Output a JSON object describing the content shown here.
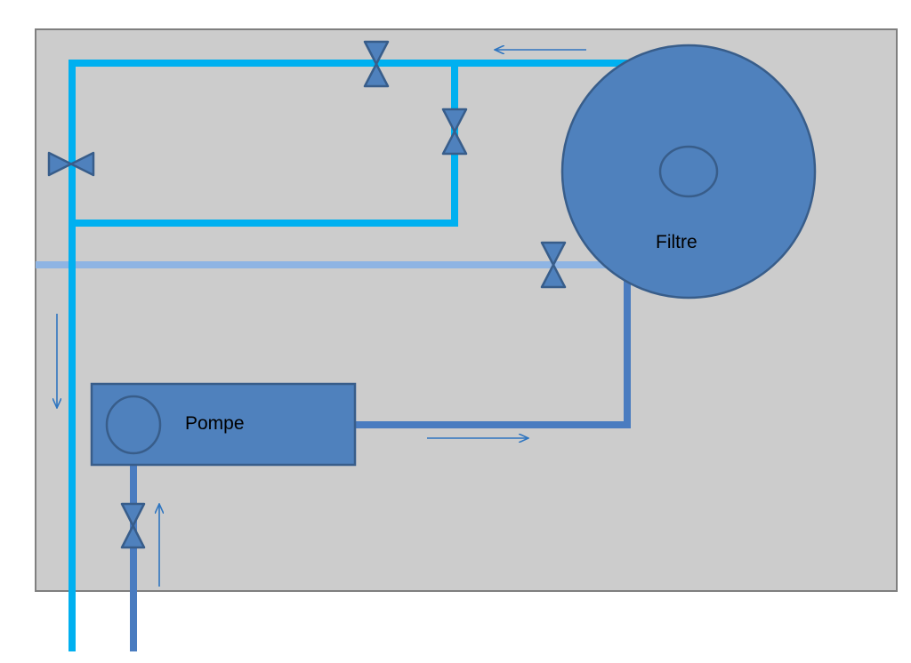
{
  "diagram": {
    "labels": {
      "filter": "Filtre",
      "pump": "Pompe"
    },
    "colors": {
      "background": "#ffffff",
      "panel": "#cccccc",
      "panel_border": "#7f7f7f",
      "pipe_light": "#00b0f0",
      "pipe_pale": "#8eb4e3",
      "pipe_dark": "#4a7cc0",
      "equipment_fill": "#4f81bd",
      "equipment_stroke": "#385d8a",
      "arrow": "#2e75c0"
    },
    "components": [
      {
        "id": "filter",
        "type": "filter-tank"
      },
      {
        "id": "pump",
        "type": "pump"
      },
      {
        "id": "valve-top",
        "type": "valve"
      },
      {
        "id": "valve-right-vertical",
        "type": "valve"
      },
      {
        "id": "valve-left",
        "type": "valve"
      },
      {
        "id": "valve-filter-outlet",
        "type": "valve"
      },
      {
        "id": "valve-pump-inlet",
        "type": "valve"
      }
    ],
    "flow_arrows": [
      {
        "id": "top-return",
        "direction": "left"
      },
      {
        "id": "left-down",
        "direction": "down"
      },
      {
        "id": "pump-out",
        "direction": "right"
      },
      {
        "id": "pump-in",
        "direction": "up"
      }
    ]
  }
}
